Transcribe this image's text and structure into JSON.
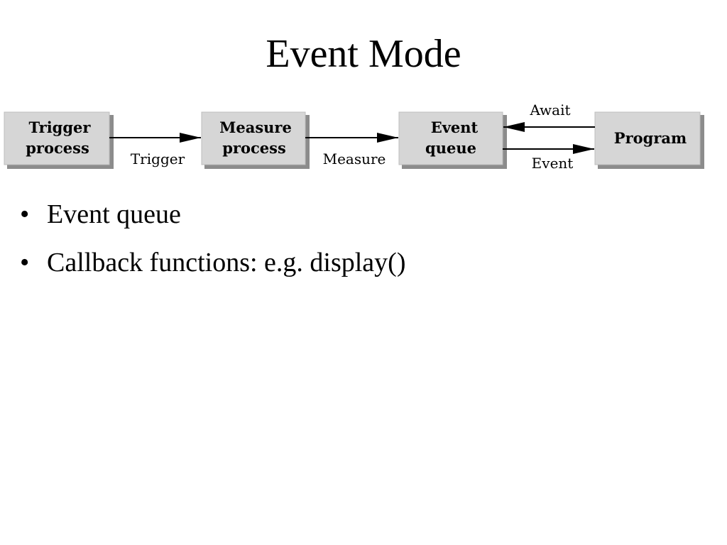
{
  "title": "Event Mode",
  "diagram": {
    "boxes": {
      "trigger_process": [
        "Trigger",
        "process"
      ],
      "measure_process": [
        "Measure",
        "process"
      ],
      "event_queue": [
        "Event",
        "queue"
      ],
      "program": [
        "Program"
      ]
    },
    "arrows": {
      "trigger": "Trigger",
      "measure": "Measure",
      "await": "Await",
      "event": "Event"
    }
  },
  "bullets": [
    "Event queue",
    "Callback functions: e.g. display()"
  ],
  "bullet_glyph": "•"
}
